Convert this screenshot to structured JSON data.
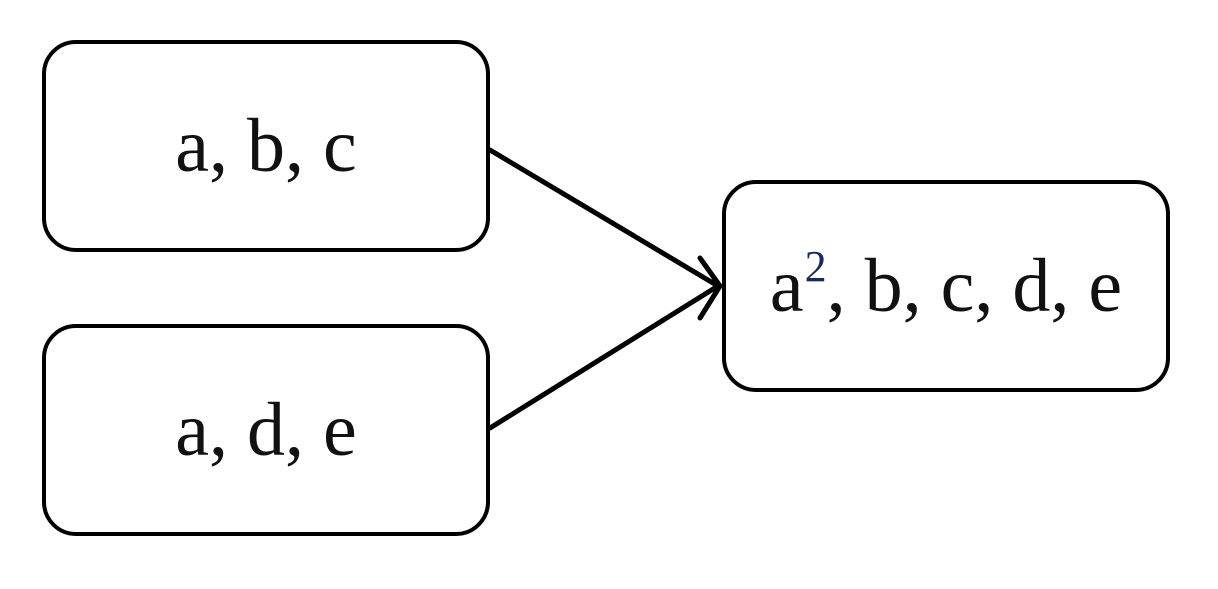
{
  "diagram": {
    "nodes": [
      {
        "id": "node-1",
        "label": "a, b, c"
      },
      {
        "id": "node-2",
        "label": "a, d, e"
      },
      {
        "id": "node-3",
        "label_base": "a",
        "label_sup": "2",
        "label_rest": ", b, c, d, e"
      }
    ],
    "edges": [
      {
        "from": "node-1",
        "to": "node-3"
      },
      {
        "from": "node-2",
        "to": "node-3"
      }
    ],
    "colors": {
      "stroke": "#000000",
      "background": "#ffffff",
      "text": "#111111"
    }
  }
}
